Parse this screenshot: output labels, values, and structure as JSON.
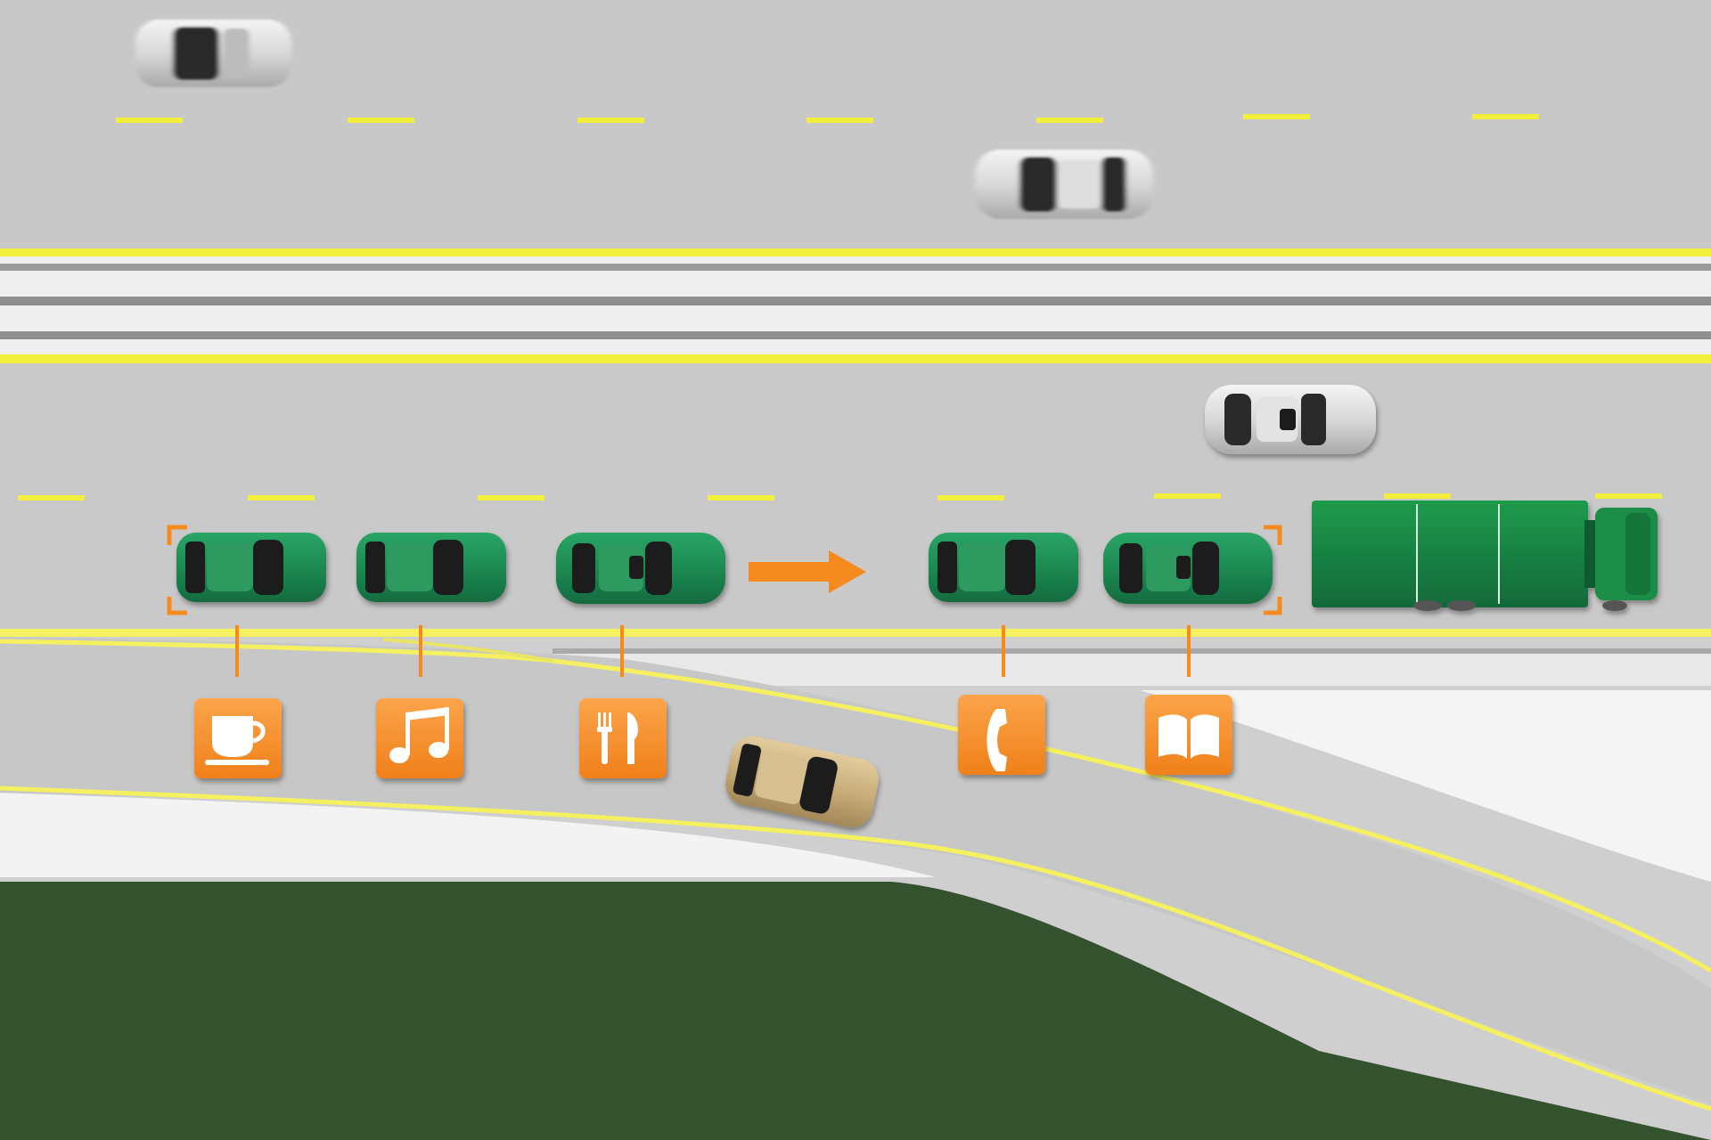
{
  "scene": {
    "colors": {
      "road": "#c9c9c9",
      "road_dark": "#bdbdbd",
      "median": "#f2f2f2",
      "median_stripe": "#8a8a8a",
      "lane_yellow": "#f2ee3c",
      "lane_edge_yellow": "#f5f060",
      "grass": "#34522e",
      "platoon_green": "#1f8a52",
      "truck_green": "#16803f",
      "accent_orange": "#f58a1f",
      "silver_car": "#d9d9d9",
      "gold_car": "#c9ae7e"
    },
    "platoon": {
      "member_count": 5,
      "activities": [
        {
          "name": "coffee",
          "icon": "coffee-cup-icon"
        },
        {
          "name": "music",
          "icon": "music-note-icon"
        },
        {
          "name": "dining",
          "icon": "fork-knife-icon"
        },
        {
          "name": "phone",
          "icon": "phone-handset-icon"
        },
        {
          "name": "reading",
          "icon": "open-book-icon"
        }
      ]
    },
    "lead_vehicle": "truck",
    "direction": "right"
  }
}
